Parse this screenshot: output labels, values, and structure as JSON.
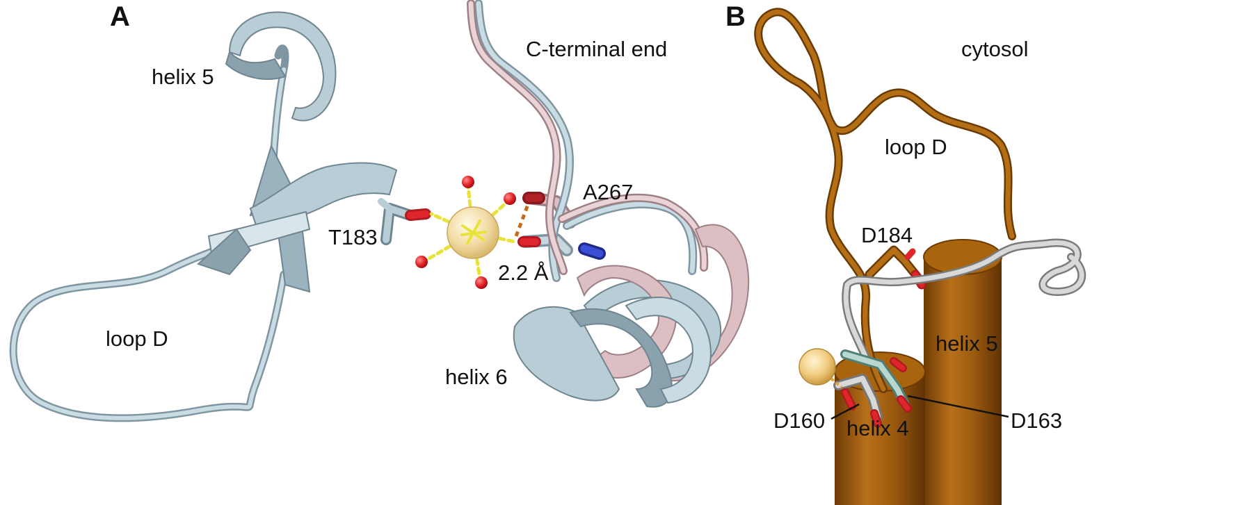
{
  "panels": {
    "a": {
      "letter": "A",
      "labels": {
        "helix5": "helix 5",
        "c_terminal": "C-terminal end",
        "a267": "A267",
        "t183": "T183",
        "distance": "2.2 Å",
        "loop_d": "loop D",
        "helix6": "helix 6"
      }
    },
    "b": {
      "letter": "B",
      "labels": {
        "cytosol": "cytosol",
        "loop_d": "loop D",
        "d184": "D184",
        "helix5": "helix 5",
        "helix4": "helix 4",
        "d160": "D160",
        "d163": "D163"
      }
    }
  },
  "colors": {
    "ribbon_blue": "#b9cdd6",
    "ribbon_blue_dark": "#7f96a2",
    "ribbon_pink": "#dcbfc3",
    "brown": "#a7620c",
    "brown_dark": "#7a4305",
    "gray_tube": "#c9c9c9",
    "oxygen": "#e0262d",
    "nitrogen": "#2e3fc8",
    "hbond": "#e8e33a",
    "metal": "#f0d79a"
  }
}
